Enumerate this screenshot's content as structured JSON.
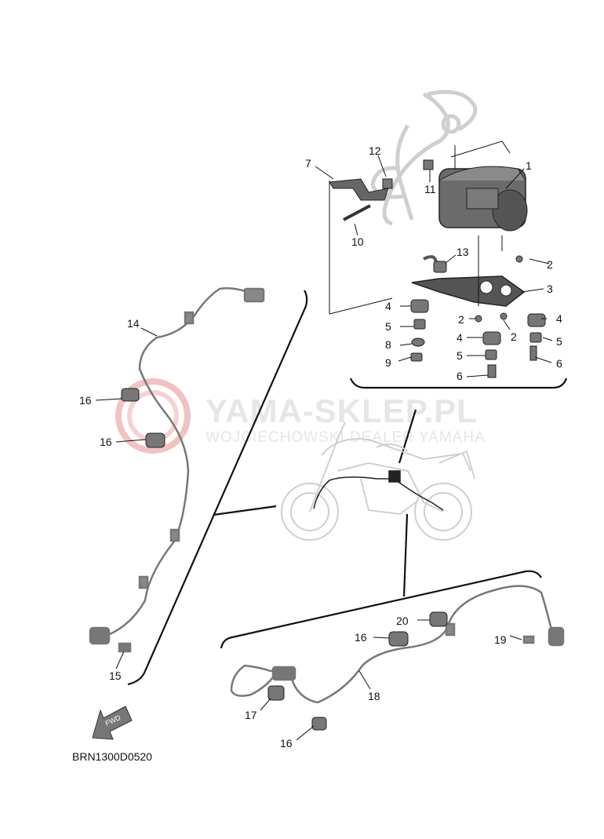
{
  "diagram_code": "BRN1300D0520",
  "fwd_label": "FWD",
  "watermark": {
    "title": "YAMA-SKLEP.PL",
    "subtitle": "WOJCIECHOWSKI DEALER YAMAHA"
  },
  "callouts": {
    "c1": "1",
    "c2a": "2",
    "c2b": "2",
    "c2c": "2",
    "c3": "3",
    "c4a": "4",
    "c4b": "4",
    "c4c": "4",
    "c5a": "5",
    "c5b": "5",
    "c5c": "5",
    "c6a": "6",
    "c6b": "6",
    "c7": "7",
    "c8": "8",
    "c9": "9",
    "c10": "10",
    "c11": "11",
    "c12": "12",
    "c13": "13",
    "c14": "14",
    "c15": "15",
    "c16a": "16",
    "c16b": "16",
    "c16c": "16",
    "c16d": "16",
    "c17": "17",
    "c18": "18",
    "c19": "19",
    "c20": "20"
  },
  "colors": {
    "line": "#111111",
    "part": "#666666",
    "ghost": "#cfcfcf",
    "watermark_red": "#e8a3a3"
  }
}
